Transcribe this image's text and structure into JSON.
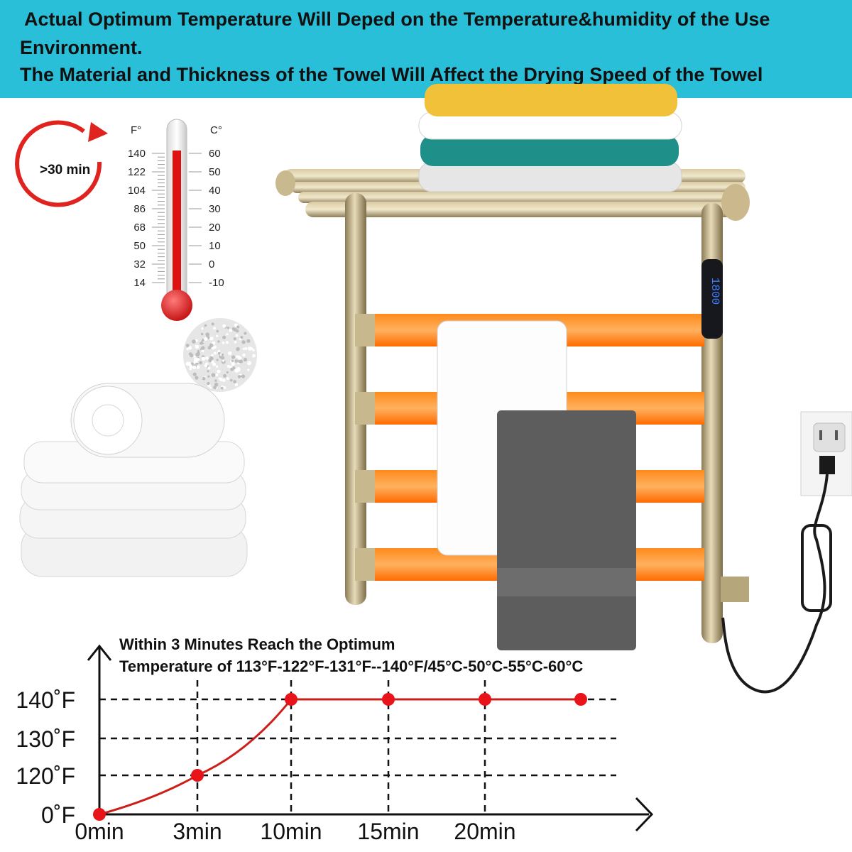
{
  "banner": {
    "line1": "Actual Optimum Temperature Will Deped on the Temperature&humidity of the Use",
    "line2": "Environment.",
    "line3": "The Material and Thickness of the Towel Will Affect the Drying Speed of the Towel",
    "color": "#29bfd8"
  },
  "timer_badge": {
    "label": ">30 min",
    "icon": "circular-arrow-icon",
    "color": "#e0231f"
  },
  "thermometer": {
    "f_unit": "F°",
    "c_unit": "C°",
    "f_ticks": [
      "140",
      "122",
      "104",
      "86",
      "68",
      "50",
      "32",
      "14"
    ],
    "c_ticks": [
      "60",
      "50",
      "40",
      "30",
      "20",
      "10",
      "0",
      "-10"
    ]
  },
  "rack_display": {
    "digits": "1800"
  },
  "chart_note": {
    "line1": "Within 3 Minutes  Reach the Optimum",
    "line2": "Temperature of 113°F-122°F-131°F--140°F/45°C-50°C-55°C-60°C"
  },
  "chart_data": {
    "type": "line",
    "categories": [
      "0min",
      "3min",
      "10min",
      "15min",
      "20min"
    ],
    "x": [
      0,
      3,
      10,
      15,
      20,
      25
    ],
    "y_tick_labels": [
      "0˚F",
      "120˚F",
      "130˚F",
      "140˚F"
    ],
    "y_ticks": [
      0,
      120,
      130,
      140
    ],
    "series": [
      {
        "values": [
          0,
          120,
          140,
          140,
          140,
          140
        ]
      }
    ],
    "line_color": "#cc1f1a",
    "grid": "dashed"
  }
}
